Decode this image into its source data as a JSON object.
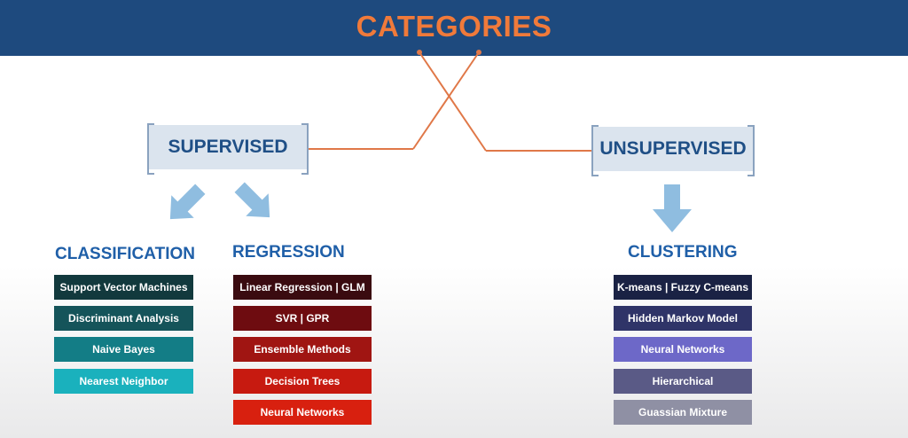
{
  "header": {
    "title": "CATEGORIES"
  },
  "supervised": {
    "label": "SUPERVISED",
    "classification": {
      "heading": "CLASSIFICATION",
      "items": [
        "Support Vector Machines",
        "Discriminant Analysis",
        "Naive Bayes",
        "Nearest Neighbor"
      ]
    },
    "regression": {
      "heading": "REGRESSION",
      "items": [
        "Linear Regression | GLM",
        "SVR | GPR",
        "Ensemble Methods",
        "Decision Trees",
        "Neural Networks"
      ]
    }
  },
  "unsupervised": {
    "label": "UNSUPERVISED",
    "clustering": {
      "heading": "CLUSTERING",
      "items": [
        "K-means | Fuzzy C-means",
        "Hidden Markov Model",
        "Neural Networks",
        "Hierarchical",
        "Guassian Mixture"
      ]
    }
  },
  "colors": {
    "header_bg": "#1e4a7e",
    "title": "#f07a3a",
    "connector": "#e07848",
    "arrow": "#8fbde0",
    "classification_items": [
      "#12393d",
      "#15545a",
      "#137d86",
      "#1ab1bd"
    ],
    "regression_items": [
      "#3a0b10",
      "#6e0c10",
      "#a01512",
      "#c71a10",
      "#d8200f"
    ],
    "clustering_items": [
      "#1a2244",
      "#2f3468",
      "#6d68c8",
      "#5a5a86",
      "#8f90a4"
    ]
  }
}
